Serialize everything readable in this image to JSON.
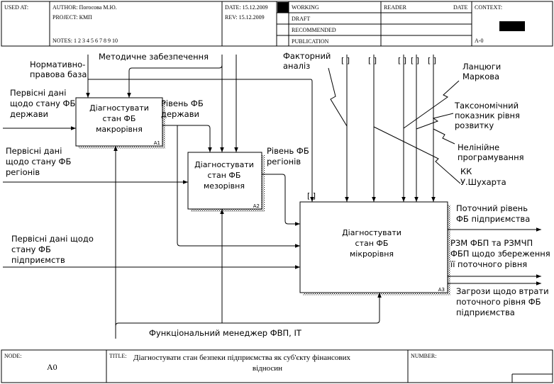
{
  "header": {
    "used_at": "USED AT:",
    "author": "AUTHOR:  Погосова М.Ю.",
    "project": "PROJECT:  КМП",
    "notes": "NOTES:  1  2  3  4  5  6  7  8  9  10",
    "date": "DATE:  15.12.2009",
    "rev": "REV:    15.12.2009",
    "status": [
      "WORKING",
      "DRAFT",
      "RECOMMENDED",
      "PUBLICATION"
    ],
    "reader": "READER",
    "date2": "DATE",
    "context": "CONTEXT:",
    "context_node": "A-0"
  },
  "activities": [
    {
      "lines": [
        "Діагностувати",
        "стан ФБ",
        "макрорівня"
      ],
      "node": "A1"
    },
    {
      "lines": [
        "Діагностувати",
        "стан ФБ",
        "мезорівня"
      ],
      "node": "A2"
    },
    {
      "lines": [
        "Діагностувати",
        "стан ФБ",
        "мікрорівня"
      ],
      "node": "A3"
    }
  ],
  "labels": {
    "normative": [
      "Нормативно-",
      "правова база"
    ],
    "methodical": "Методичне забезпечення",
    "factor": [
      "Факторний",
      "аналіз"
    ],
    "markov": [
      "Ланцюги",
      "Маркова"
    ],
    "taxonomic": [
      "Таксономічний",
      "показник рівня",
      "розвитку"
    ],
    "nonlinear": [
      "Нелінійне",
      "програмування"
    ],
    "kk": [
      "КК",
      "У.Шухарта"
    ],
    "input_state": [
      "Первісні дані",
      "щодо стану ФБ",
      "держави"
    ],
    "input_regions": [
      "Первісні дані",
      "щодо стану ФБ",
      "регіонів"
    ],
    "input_enterprises": [
      "Первісні дані щодо",
      "стану ФБ",
      "підприємств"
    ],
    "level_state": [
      "Рівень ФБ",
      "держави"
    ],
    "level_regions": [
      "Рівень ФБ",
      "регіонів"
    ],
    "current_level": [
      "Поточний рівень",
      "ФБ підприємства"
    ],
    "rzm": [
      "РЗМ ФБП та РЗМЧП",
      "ФБП щодо збереження",
      "її поточного рівня"
    ],
    "threats": [
      "Загрози щодо втрати",
      "поточного рівня ФБ",
      "підприємства"
    ],
    "mechanism": "Функціональний менеджер ФВП, ІТ",
    "tunnel_marks": [
      "[ ]",
      "[ ]",
      "[ ]",
      "[ ]",
      "[ ]",
      "[ ]"
    ]
  },
  "footer": {
    "node_label": "NODE:",
    "node_value": "A0",
    "title_label": "TITLE:",
    "title_line1": "Діагностувати  стан безпеки підприємства  як суб'єкту фінансових",
    "title_line2": "відносин",
    "number_label": "NUMBER:"
  }
}
